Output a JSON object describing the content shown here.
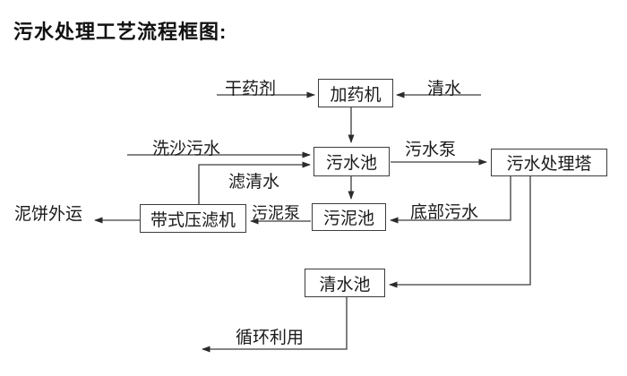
{
  "title": "污水处理工艺流程框图:",
  "nodes": {
    "dosing_machine": {
      "label": "加药机"
    },
    "sewage_pool": {
      "label": "污水池"
    },
    "treatment_tower": {
      "label": "污水处理塔"
    },
    "sludge_pool": {
      "label": "污泥池"
    },
    "belt_filter_press": {
      "label": "带式压滤机"
    },
    "clear_water_pool": {
      "label": "清水池"
    }
  },
  "edge_labels": {
    "dry_agent": "干药剂",
    "clear_water": "清水",
    "sand_washing_sewage": "洗沙污水",
    "filtered_water": "滤清水",
    "sewage_pump": "污水泵",
    "bottom_sewage": "底部污水",
    "sludge_pump": "污泥泵",
    "mud_cake_out": "泥饼外运",
    "recycling": "循环利用"
  },
  "flows": [
    {
      "from": "dry_agent_source",
      "to": "dosing_machine",
      "label": "干药剂"
    },
    {
      "from": "clear_water_source",
      "to": "dosing_machine",
      "label": "清水"
    },
    {
      "from": "dosing_machine",
      "to": "sewage_pool",
      "label": ""
    },
    {
      "from": "sand_washing_source",
      "to": "sewage_pool",
      "label": "洗沙污水"
    },
    {
      "from": "belt_filter_press",
      "to": "sewage_pool",
      "label": "滤清水"
    },
    {
      "from": "sewage_pool",
      "to": "treatment_tower",
      "label": "污水泵"
    },
    {
      "from": "sewage_pool",
      "to": "sludge_pool",
      "label": ""
    },
    {
      "from": "treatment_tower",
      "to": "sludge_pool",
      "label": "底部污水"
    },
    {
      "from": "sludge_pool",
      "to": "belt_filter_press",
      "label": "污泥泵"
    },
    {
      "from": "belt_filter_press",
      "to": "out",
      "label": "泥饼外运"
    },
    {
      "from": "treatment_tower",
      "to": "clear_water_pool",
      "label": ""
    },
    {
      "from": "clear_water_pool",
      "to": "out",
      "label": "循环利用"
    }
  ],
  "colors": {
    "background": "#ffffff",
    "line": "#3c3c3c",
    "arrowhead": "#2b2b2b",
    "text": "#1a1a1a",
    "box_border": "#3c3c3c",
    "box_fill": "#ffffff"
  }
}
